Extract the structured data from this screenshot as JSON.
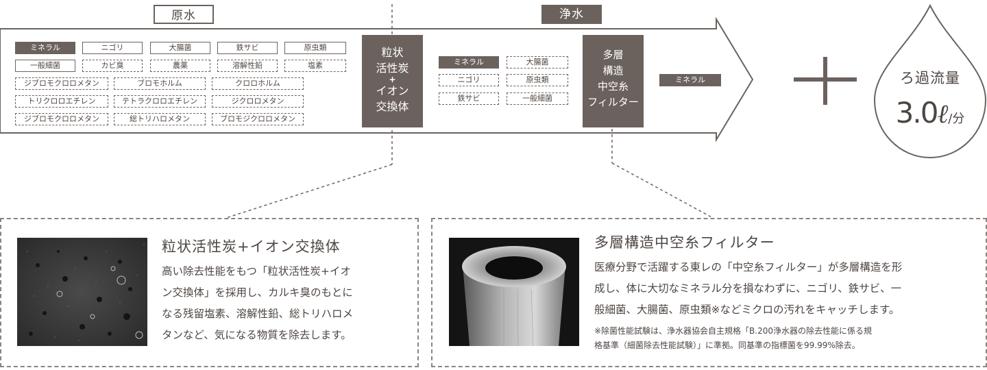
{
  "headers": {
    "raw": "原水",
    "pure": "浄水"
  },
  "raw_substances": {
    "row1": [
      "ミネラル",
      "ニゴリ",
      "大腸菌",
      "鉄サビ",
      "原虫類"
    ],
    "row2": [
      "一般細菌",
      "カビ臭",
      "農薬",
      "溶解性鉛",
      "塩素"
    ],
    "row3": [
      "ジブロモクロロメタン",
      "ブロモホルム",
      "クロロホルム"
    ],
    "row4": [
      "トリクロロエチレン",
      "テトラクロロエチレン",
      "ジクロロメタン"
    ],
    "row5": [
      "ジブロモクロロメタン",
      "総トリハロメタン",
      "ブロモジクロロメタン"
    ]
  },
  "stage1": {
    "line1": "粒状",
    "line2": "活性炭",
    "plus": "+",
    "line3": "イオン",
    "line4": "交換体"
  },
  "mid_substances": [
    "ミネラル",
    "大腸菌",
    "ニゴリ",
    "原虫類",
    "鉄サビ",
    "一般細菌"
  ],
  "stage2": {
    "line1": "多層",
    "line2": "構造",
    "line3": "中空糸",
    "line4": "フィルター"
  },
  "output_substance": "ミネラル",
  "plus_sign": "+",
  "flow": {
    "label": "ろ過流量",
    "value": "3.0",
    "unit_l": "ℓ",
    "unit_min": "/分"
  },
  "panel_left": {
    "title": "粒状活性炭+イオン交換体",
    "lines": [
      "高い除去性能をもつ「粒状活性炭+イオ",
      "ン交換体」を採用し、カルキ臭のもとに",
      "なる残留塩素、溶解性鉛、総トリハロメ",
      "タンなど、気になる物質を除去します。"
    ]
  },
  "panel_right": {
    "title": "多層構造中空糸フィルター",
    "lines": [
      "医療分野で活躍する東レの「中空糸フィルター」が多層構造を形",
      "成し、体に大切なミネラル分を損なわずに、ニゴリ、鉄サビ、一",
      "般細菌、大腸菌、原虫類※などミクロの汚れをキャッチします。"
    ],
    "notes": [
      "※除菌性能試験は、浄水器協会自主規格「B.200浄水器の除去性能に係る規",
      "格基準（細菌除去性能試験）」に準拠。同基準の指標菌を99.99%除去。"
    ]
  },
  "colors": {
    "brand": "#6b625d",
    "text": "#4e4642",
    "background": "#ffffff"
  }
}
